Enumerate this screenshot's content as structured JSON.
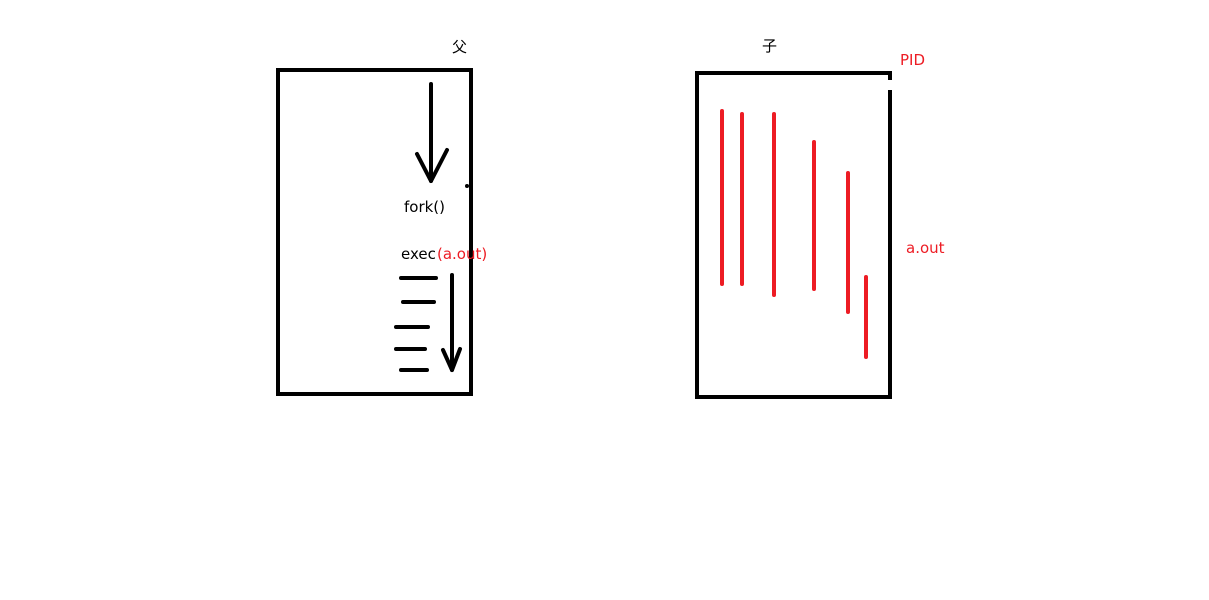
{
  "labels": {
    "parent": "父",
    "child": "子",
    "pid": "PID",
    "fork": "fork()",
    "exec": "exec",
    "exec_arg": "(a.out)",
    "aout": "a.out"
  },
  "colors": {
    "stroke": "#000000",
    "accent": "#ed1c24",
    "background": "#ffffff"
  }
}
